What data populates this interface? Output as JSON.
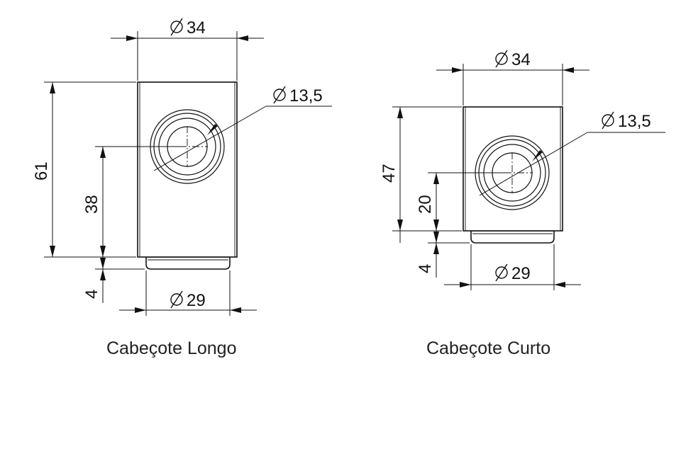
{
  "long": {
    "caption": "Cabeçote Longo",
    "dia_top": "34",
    "dia_hole": "13,5",
    "height_total": "61",
    "height_hole": "38",
    "base_height": "4",
    "dia_base": "29"
  },
  "short": {
    "caption": "Cabeçote Curto",
    "dia_top": "34",
    "dia_hole": "13,5",
    "height_total": "47",
    "height_hole": "20",
    "base_height": "4",
    "dia_base": "29"
  },
  "icons": {
    "diameter": "diameter-symbol-icon"
  }
}
